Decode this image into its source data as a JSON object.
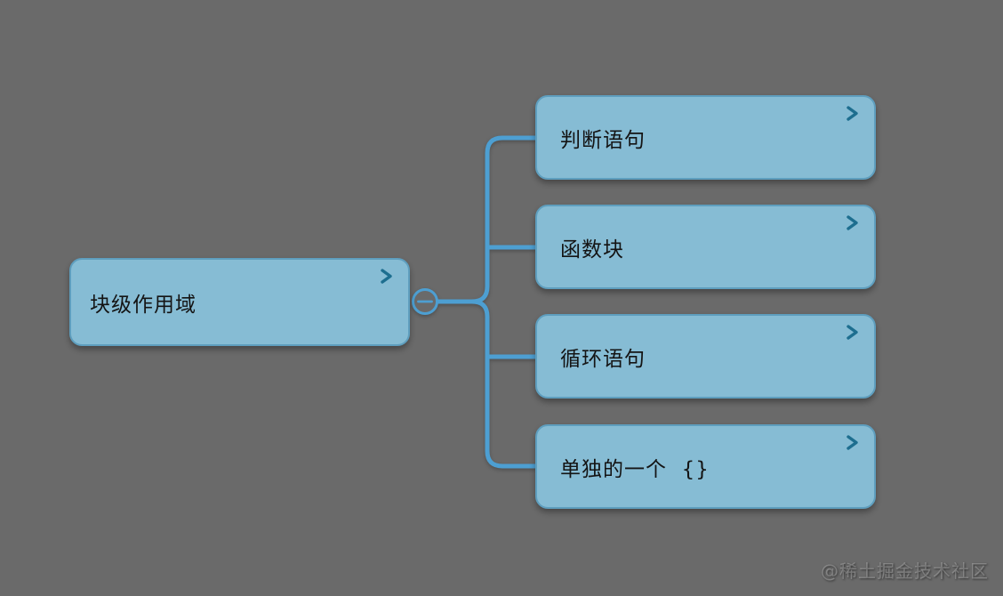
{
  "diagram": {
    "type": "mindmap",
    "background_color": "#6a6a6a",
    "node_fill_color": "#86bcd4",
    "node_border_color": "#5e9ebe",
    "connector_color": "#4d9fd2",
    "chevron_color": "#1d6e8f",
    "text_color": "#141414"
  },
  "root": {
    "label": "块级作用域"
  },
  "children": [
    {
      "label": "判断语句"
    },
    {
      "label": "函数块"
    },
    {
      "label": "循环语句"
    },
    {
      "label": "单独的一个  {}"
    }
  ],
  "collapse_button": {
    "symbol": "−"
  },
  "watermark": {
    "text": "@稀土掘金技术社区"
  }
}
